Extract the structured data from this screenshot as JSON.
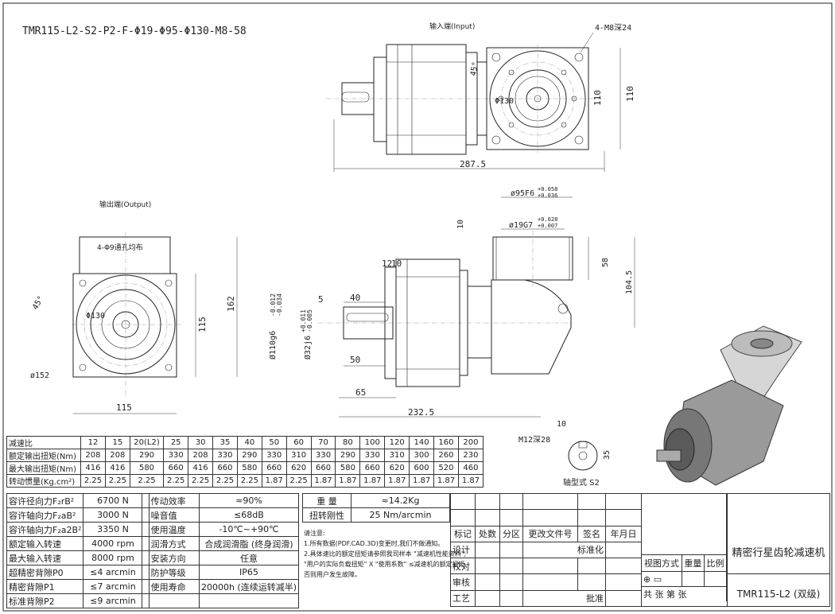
{
  "drawing": {
    "model_code": "TMR115-L2-S2-P2-F-Φ19-Φ95-Φ130-M8-58",
    "input_label": "输入端(Input)",
    "output_label": "输出端(Output)",
    "shaft_label": "轴型式 S2"
  },
  "dims": {
    "top_thread": "4-M8深24",
    "top_angle": "45°",
    "top_pcd": "Φ130",
    "top_square": "110",
    "top_length": "287.5",
    "flange_fit": "ø95F6",
    "flange_tol": [
      "+0.058",
      "+0.036"
    ],
    "bore_fit": "ø19G7",
    "bore_tol": [
      "+0.028",
      "+0.007"
    ],
    "flange_depth": "10",
    "height_58": "58",
    "height_104": "104.5",
    "out_holes": "4-Φ9通孔均布",
    "out_angle": "45°",
    "out_pcd": "Φ130",
    "out_dia": "ø152",
    "out_width": "115",
    "out_h115": "115",
    "out_h162": "162",
    "d_12": "12",
    "d_10": "10",
    "d_5": "5",
    "d_40": "40",
    "d_50": "50",
    "d_65": "65",
    "d_232": "232.5",
    "pilot_fit": "Ø110g6",
    "pilot_tol": [
      "-0.012",
      "-0.034"
    ],
    "shaft_fit": "Ø32j6",
    "shaft_tol": [
      "+0.011",
      "-0.005"
    ],
    "key_width": "10",
    "key_thread": "M12深28",
    "key_depth": "35"
  },
  "spec_table": {
    "rows": [
      {
        "label": "减速比",
        "values": [
          "12",
          "15",
          "20(L2)",
          "25",
          "30",
          "35",
          "40",
          "50",
          "60",
          "70",
          "80",
          "100",
          "120",
          "140",
          "160",
          "200"
        ]
      },
      {
        "label": "额定输出扭矩(Nm)",
        "values": [
          "208",
          "208",
          "290",
          "330",
          "208",
          "330",
          "290",
          "330",
          "310",
          "330",
          "290",
          "330",
          "310",
          "300",
          "260",
          "230"
        ]
      },
      {
        "label": "最大输出扭矩(Nm)",
        "values": [
          "416",
          "416",
          "580",
          "660",
          "416",
          "660",
          "580",
          "660",
          "620",
          "660",
          "580",
          "660",
          "620",
          "600",
          "520",
          "460"
        ]
      },
      {
        "label": "转动惯量(Kg.cm²)",
        "values": [
          "2.25",
          "2.25",
          "2.25",
          "2.25",
          "2.25",
          "2.25",
          "2.25",
          "1.87",
          "2.25",
          "1.87",
          "1.87",
          "1.87",
          "1.87",
          "1.87",
          "1.87",
          "1.87"
        ]
      }
    ]
  },
  "params": {
    "left": [
      {
        "label": "容许径向力F₂rB²",
        "value": "6700 N"
      },
      {
        "label": "容许轴向力F₂aB²",
        "value": "3000 N"
      },
      {
        "label": "容许轴向力F₂a2B²",
        "value": "3350 N"
      },
      {
        "label": "额定输入转速",
        "value": "4000 rpm"
      },
      {
        "label": "最大输入转速",
        "value": "8000 rpm"
      },
      {
        "label": "超精密背隙P0",
        "value": "≤4 arcmin"
      },
      {
        "label": "精密背隙P1",
        "value": "≤7 arcmin"
      },
      {
        "label": "标准背隙P2",
        "value": "≤9 arcmin"
      }
    ],
    "middle": [
      {
        "label": "传动效率",
        "value": "≈90%"
      },
      {
        "label": "噪音值",
        "value": "≤68dB"
      },
      {
        "label": "使用温度",
        "value": "-10℃~+90℃"
      },
      {
        "label": "润滑方式",
        "value": "合成润滑脂 (终身润滑)"
      },
      {
        "label": "安装方向",
        "value": "任意"
      },
      {
        "label": "防护等级",
        "value": "IP65"
      },
      {
        "label": "使用寿命",
        "value": "20000h (连续运转减半)"
      }
    ],
    "weight_label": "重 量",
    "weight_value": "≈14.2Kg",
    "stiffness_label": "扭转刚性",
    "stiffness_value": "25 Nm/arcmin"
  },
  "notes": [
    "请注意:",
    "1.所有数据(PDF.CAD.3D)变更时,我们不做通知。",
    "2.具体速比的额定扭矩请参照我司样本 \"减速机性能资料\";",
    "\"用户的实际负载扭矩\" X \"使用系数\" ≤减速机的额定扭矩,",
    "否则用户发生故障。"
  ],
  "title_block": {
    "rev_headers": [
      "标记",
      "处数",
      "分区",
      "更改文件号",
      "签名",
      "年月日"
    ],
    "design": "设计",
    "standardize": "标准化",
    "check": "校对",
    "review": "审核",
    "process": "工艺",
    "approve": "批准",
    "view_method": "视图方式",
    "weight": "重量",
    "scale": "比例",
    "sheet": "共    张 第    张",
    "product_name": "精密行星齿轮减速机",
    "product_code": "TMR115-L2 (双级)"
  }
}
